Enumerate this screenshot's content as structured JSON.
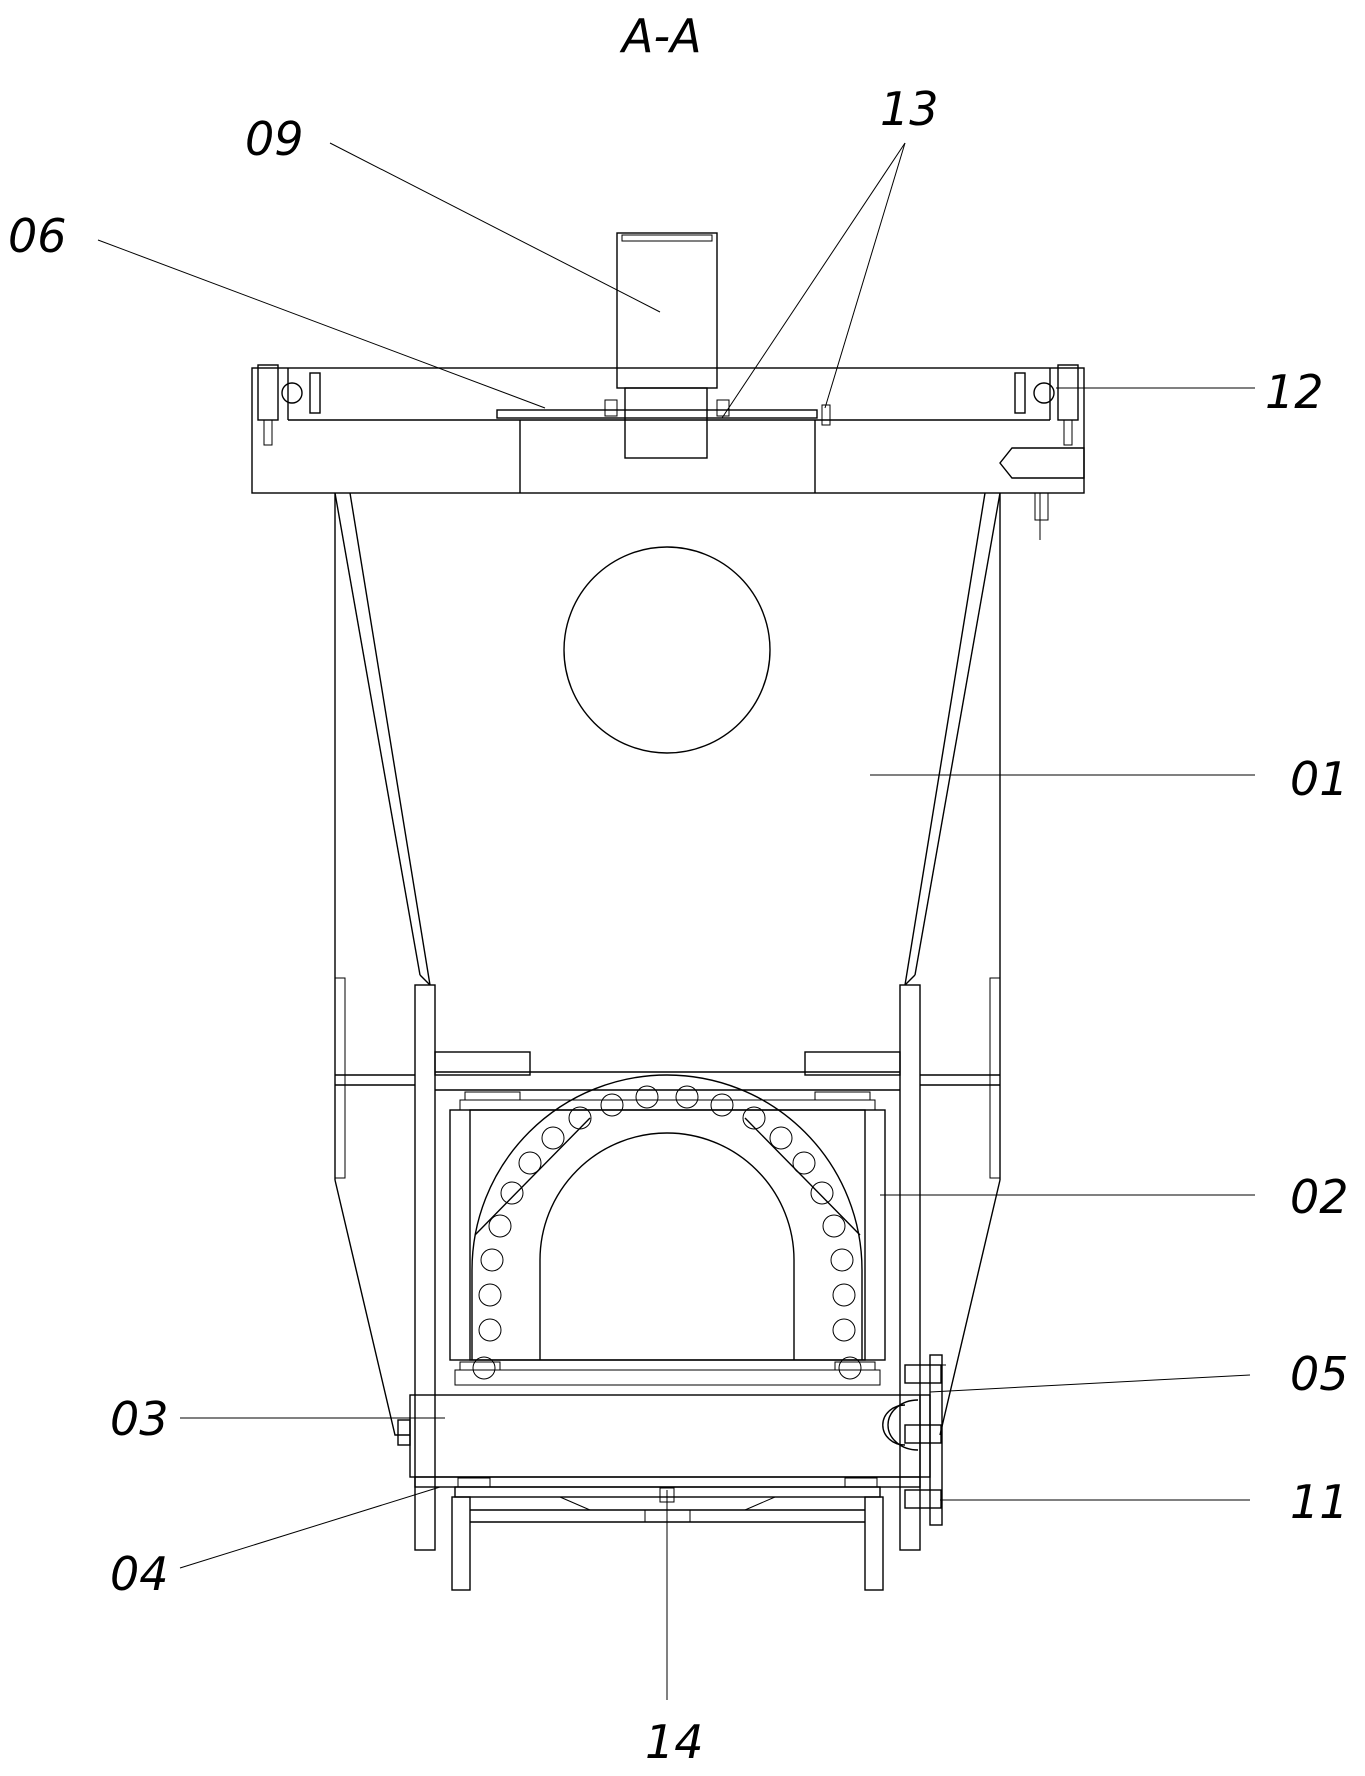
{
  "title": "A-A",
  "labels": {
    "l01": "01",
    "l02": "02",
    "l03": "03",
    "l04": "04",
    "l05": "05",
    "l06": "06",
    "l09": "09",
    "l11": "11",
    "l12": "12",
    "l13": "13",
    "l14": "14"
  }
}
